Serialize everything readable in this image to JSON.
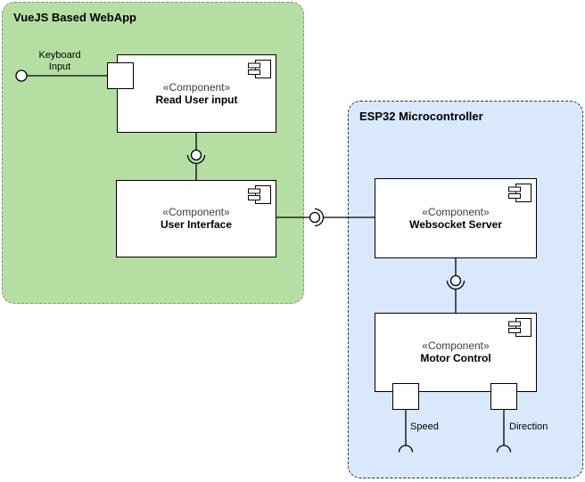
{
  "containers": {
    "webapp": {
      "title": "VueJS Based WebApp",
      "fill": "#b5dfa2",
      "border_color": "#8c8c8c"
    },
    "esp32": {
      "title": "ESP32 Microcontroller",
      "fill": "#dae8fc",
      "border_color": "#303030"
    }
  },
  "components": {
    "read_user_input": {
      "stereotype": "«Component»",
      "name": "Read User input"
    },
    "user_interface": {
      "stereotype": "«Component»",
      "name": "User Interface"
    },
    "websocket_server": {
      "stereotype": "«Component»",
      "name": "Websocket Server"
    },
    "motor_control": {
      "stereotype": "«Component»",
      "name": "Motor Control"
    }
  },
  "labels": {
    "keyboard_line1": "Keyboard",
    "keyboard_line2": "Input",
    "speed": "Speed",
    "direction": "Direction"
  },
  "connector_color": "#000000",
  "component_fill": "#ffffff"
}
